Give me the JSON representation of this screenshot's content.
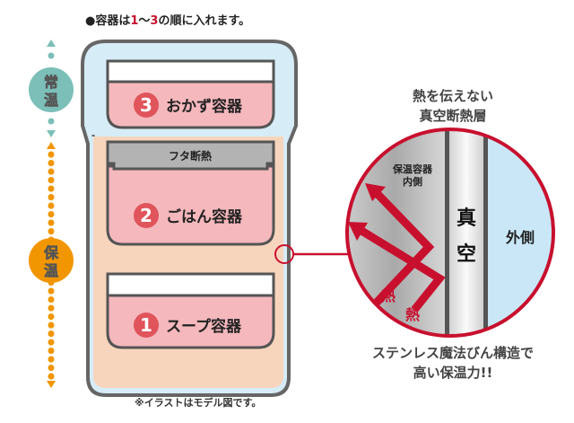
{
  "top_note": {
    "prefix": "●容器は",
    "n1": "1",
    "tilde": "〜",
    "n3": "3",
    "suffix": "の順に入れます。"
  },
  "bottom_note": "※イラストはモデル図です。",
  "axis": {
    "room_temp": [
      "常",
      "温"
    ],
    "keep_warm": [
      "保",
      "温"
    ]
  },
  "containers": [
    {
      "number": "3",
      "label": "おかず容器"
    },
    {
      "number": "2",
      "label": "ごはん容器"
    },
    {
      "number": "1",
      "label": "スープ容器"
    }
  ],
  "lid_insulation": "フタ断熱",
  "detail": {
    "title": [
      "熱を伝えない",
      "真空断熱層"
    ],
    "inner_label": [
      "保温容器",
      "内側"
    ],
    "vacuum": [
      "真",
      "空"
    ],
    "outside": "外側",
    "heat": "熱",
    "caption": [
      "ステンレス魔法びん構造で",
      "高い保温力!!"
    ]
  },
  "colors": {
    "red": "#c8102e",
    "pink": "#f5b8bc",
    "teal": "#7bbfb8",
    "orange": "#f29600",
    "blue": "#d6ecf7",
    "peach": "#f7d5bd",
    "number": "#e0545b"
  }
}
